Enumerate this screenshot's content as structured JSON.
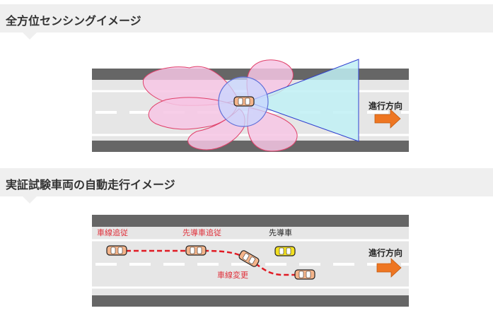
{
  "section1": {
    "title": "全方位センシングイメージ",
    "direction_label": "進行方向"
  },
  "section2": {
    "title": "実証試験車両の自動走行イメージ",
    "direction_label": "進行方向",
    "labels": {
      "lane_follow": "車線追従",
      "lead_follow": "先導車追従",
      "lead_car": "先導車",
      "lane_change": "車線変更"
    }
  },
  "colors": {
    "road_edge": "#666666",
    "road_surface": "#e6e6e6",
    "lane_marking": "#ffffff",
    "lobe_fill": "#f6c6e4",
    "lobe_stroke": "#e0406a",
    "circle_fill": "#c8d6ff",
    "circle_stroke": "#6070d8",
    "cone_fill": "#bff0f4",
    "cone_stroke": "#3040d0",
    "car_body": "#f4b48a",
    "lead_car_body": "#f3e020",
    "path_red": "#e01b24",
    "arrow_orange": "#ee7622"
  }
}
